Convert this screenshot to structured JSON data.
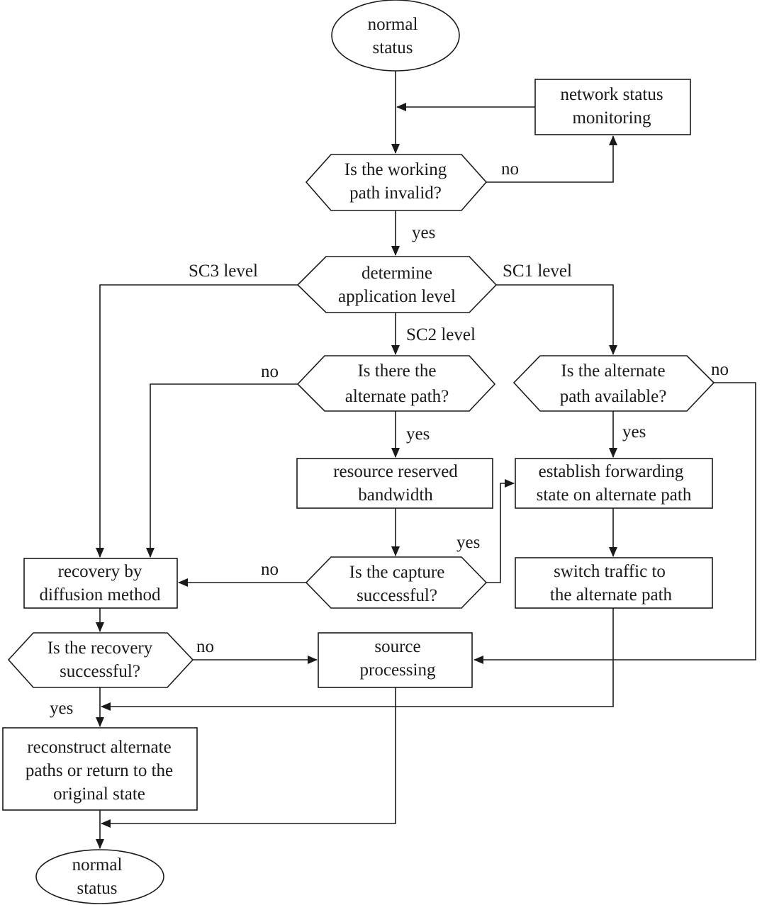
{
  "nodes": {
    "start": {
      "lines": [
        "normal",
        "status"
      ]
    },
    "monitor": {
      "lines": [
        "network status",
        "monitoring"
      ]
    },
    "invalid": {
      "lines": [
        "Is the working",
        "path invalid?"
      ]
    },
    "level": {
      "lines": [
        "determine",
        "application level"
      ]
    },
    "alt_exist": {
      "lines": [
        "Is there  the",
        "alternate path?"
      ]
    },
    "alt_avail": {
      "lines": [
        "Is the alternate",
        "path available?"
      ]
    },
    "reserve": {
      "lines": [
        "resource reserved",
        "bandwidth"
      ]
    },
    "establish": {
      "lines": [
        "establish forwarding",
        "state on alternate path"
      ]
    },
    "capture": {
      "lines": [
        "Is the capture",
        "successful?"
      ]
    },
    "switch": {
      "lines": [
        "switch traffic to",
        "the alternate path"
      ]
    },
    "diffusion": {
      "lines": [
        "recovery by",
        "diffusion method"
      ]
    },
    "recovery_ok": {
      "lines": [
        "Is the recovery",
        "successful?"
      ]
    },
    "source": {
      "lines": [
        "source",
        "processing"
      ]
    },
    "reconstruct": {
      "lines": [
        "reconstruct alternate",
        "paths or return to the",
        "original state"
      ]
    },
    "end": {
      "lines": [
        "normal",
        "status"
      ]
    }
  },
  "labels": {
    "invalid_no": "no",
    "invalid_yes": "yes",
    "sc3": "SC3 level",
    "sc1": "SC1 level",
    "sc2": "SC2 level",
    "alt_exist_no": "no",
    "alt_exist_yes": "yes",
    "alt_avail_no": "no",
    "alt_avail_yes": "yes",
    "capture_yes": "yes",
    "capture_no": "no",
    "recovery_no": "no",
    "recovery_yes": "yes"
  }
}
